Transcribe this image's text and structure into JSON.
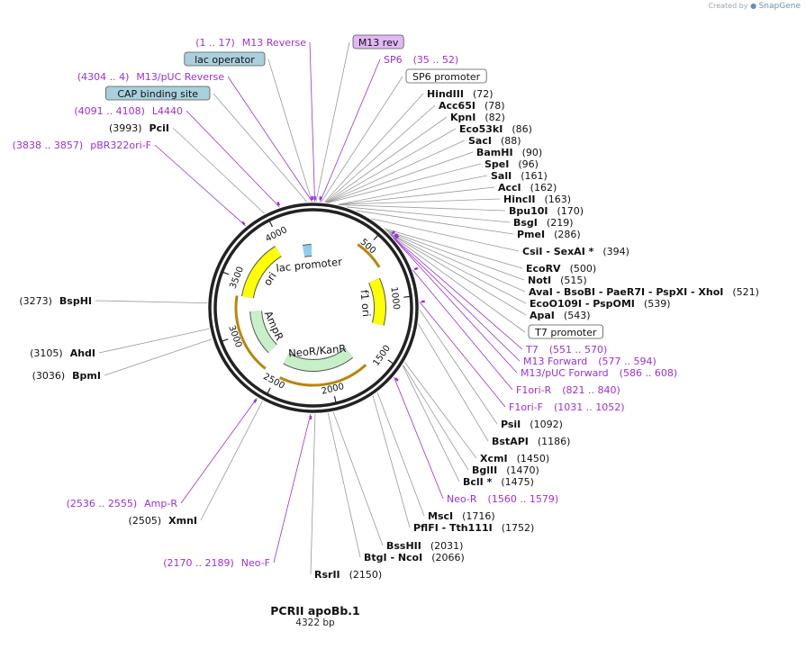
{
  "app": {
    "brand_prefix": "Created by",
    "brand_name": "SnapGene"
  },
  "plasmid": {
    "name": "PCRII apoBb.1",
    "length": "4322 bp",
    "total_bp": 4322
  },
  "colors": {
    "primer": "#9b30d9",
    "enzyme": "#000000",
    "feature_box_fill": "#a9d0dc",
    "primer_box_fill": "#e1b8f5",
    "ori": "#ffff00",
    "resistance": "#c8f0c8",
    "promoter_arrow": "#b8860b",
    "leader_line": "#999999"
  },
  "ticks": [
    "500",
    "1000",
    "1500",
    "2000",
    "2500",
    "3000",
    "3500",
    "4000"
  ],
  "features": [
    {
      "name": "ori",
      "start": 3352,
      "end": 3940,
      "color": "#ffff00"
    },
    {
      "name": "lac promoter",
      "start": 4205,
      "end": 4300,
      "color": "#8cd0f0"
    },
    {
      "name": "f1 ori",
      "start": 790,
      "end": 1250,
      "color": "#ffff00"
    },
    {
      "name": "AmpR",
      "start": 2700,
      "end": 3200,
      "color": "#c8f0c8"
    },
    {
      "name": "NeoR/KanR",
      "start": 1700,
      "end": 2500,
      "color": "#c8f0c8"
    }
  ],
  "labels": [
    {
      "name": "M13 Reverse",
      "range": "(1 .. 17)",
      "type": "primer",
      "pos": 9
    },
    {
      "name": "M13 rev",
      "range": "",
      "type": "primer_box",
      "pos": 17
    },
    {
      "name": "lac operator",
      "range": "",
      "type": "feature_box",
      "pos": 4312
    },
    {
      "name": "SP6",
      "range": "(35 .. 52)",
      "type": "primer",
      "pos": 44
    },
    {
      "name": "SP6 promoter",
      "range": "",
      "type": "plain_box",
      "pos": 52
    },
    {
      "name": "M13/pUC Reverse",
      "range": "(4304 .. 4)",
      "type": "primer",
      "pos": 4314
    },
    {
      "name": "CAP binding site",
      "range": "",
      "type": "feature_box",
      "pos": 4280
    },
    {
      "name": "HindIII",
      "range": "(72)",
      "type": "enzyme",
      "pos": 72
    },
    {
      "name": "Acc65I",
      "range": "(78)",
      "type": "enzyme",
      "pos": 78
    },
    {
      "name": "KpnI",
      "range": "(82)",
      "type": "enzyme",
      "pos": 82
    },
    {
      "name": "Eco53kI",
      "range": "(86)",
      "type": "enzyme",
      "pos": 86
    },
    {
      "name": "SacI",
      "range": "(88)",
      "type": "enzyme",
      "pos": 88
    },
    {
      "name": "BamHI",
      "range": "(90)",
      "type": "enzyme",
      "pos": 90
    },
    {
      "name": "SpeI",
      "range": "(96)",
      "type": "enzyme",
      "pos": 96
    },
    {
      "name": "SalI",
      "range": "(161)",
      "type": "enzyme",
      "pos": 161
    },
    {
      "name": "AccI",
      "range": "(162)",
      "type": "enzyme",
      "pos": 162
    },
    {
      "name": "HincII",
      "range": "(163)",
      "type": "enzyme",
      "pos": 163
    },
    {
      "name": "Bpu10I",
      "range": "(170)",
      "type": "enzyme",
      "pos": 170
    },
    {
      "name": "BsgI",
      "range": "(219)",
      "type": "enzyme",
      "pos": 219
    },
    {
      "name": "PmeI",
      "range": "(286)",
      "type": "enzyme",
      "pos": 286
    },
    {
      "name": "L4440",
      "range": "(4091 .. 4108)",
      "type": "primer",
      "pos": 4099
    },
    {
      "name": "PciI",
      "range": "(3993)",
      "type": "enzyme",
      "pos": 3993
    },
    {
      "name": "pBR322ori-F",
      "range": "(3838 .. 3857)",
      "type": "primer",
      "pos": 3847
    },
    {
      "name": "CsiI   - SexAI *",
      "range": "(394)",
      "type": "enzyme",
      "pos": 394
    },
    {
      "name": "EcoRV",
      "range": "(500)",
      "type": "enzyme",
      "pos": 500
    },
    {
      "name": "NotI",
      "range": "(515)",
      "type": "enzyme",
      "pos": 515
    },
    {
      "name": "AvaI   - BsoBI   - PaeR7I   - PspXI   - XhoI",
      "range": "(521)",
      "type": "enzyme",
      "pos": 521
    },
    {
      "name": "EcoO109I   - PspOMI",
      "range": "(539)",
      "type": "enzyme",
      "pos": 539
    },
    {
      "name": "ApaI",
      "range": "(543)",
      "type": "enzyme",
      "pos": 543
    },
    {
      "name": "T7 promoter",
      "range": "",
      "type": "plain_box",
      "pos": 551
    },
    {
      "name": "T7",
      "range": "(551 .. 570)",
      "type": "primer",
      "pos": 560
    },
    {
      "name": "M13 Forward",
      "range": "(577 .. 594)",
      "type": "primer",
      "pos": 585
    },
    {
      "name": "M13/pUC Forward",
      "range": "(586 .. 608)",
      "type": "primer",
      "pos": 597
    },
    {
      "name": "F1ori-R",
      "range": "(821 .. 840)",
      "type": "primer",
      "pos": 830
    },
    {
      "name": "F1ori-F",
      "range": "(1031 .. 1052)",
      "type": "primer",
      "pos": 1041
    },
    {
      "name": "PsiI",
      "range": "(1092)",
      "type": "enzyme",
      "pos": 1092
    },
    {
      "name": "BstAPI",
      "range": "(1186)",
      "type": "enzyme",
      "pos": 1186
    },
    {
      "name": "BspHI",
      "range": "(3273)",
      "type": "enzyme",
      "pos": 3273
    },
    {
      "name": "AhdI",
      "range": "(3105)",
      "type": "enzyme",
      "pos": 3105
    },
    {
      "name": "BpmI",
      "range": "(3036)",
      "type": "enzyme",
      "pos": 3036
    },
    {
      "name": "XcmI",
      "range": "(1450)",
      "type": "enzyme",
      "pos": 1450
    },
    {
      "name": "BglII",
      "range": "(1470)",
      "type": "enzyme",
      "pos": 1470
    },
    {
      "name": "BclI *",
      "range": "(1475)",
      "type": "enzyme",
      "pos": 1475
    },
    {
      "name": "Neo-R",
      "range": "(1560 .. 1579)",
      "type": "primer",
      "pos": 1569
    },
    {
      "name": "Amp-R",
      "range": "(2536 .. 2555)",
      "type": "primer",
      "pos": 2545
    },
    {
      "name": "MscI",
      "range": "(1716)",
      "type": "enzyme",
      "pos": 1716
    },
    {
      "name": "PflFI   - Tth111I",
      "range": "(1752)",
      "type": "enzyme",
      "pos": 1752
    },
    {
      "name": "XmnI",
      "range": "(2505)",
      "type": "enzyme",
      "pos": 2505
    },
    {
      "name": "BssHII",
      "range": "(2031)",
      "type": "enzyme",
      "pos": 2031
    },
    {
      "name": "BtgI   - NcoI",
      "range": "(2066)",
      "type": "enzyme",
      "pos": 2066
    },
    {
      "name": "Neo-F",
      "range": "(2170 .. 2189)",
      "type": "primer",
      "pos": 2179
    },
    {
      "name": "RsrII",
      "range": "(2150)",
      "type": "enzyme",
      "pos": 2150
    }
  ]
}
